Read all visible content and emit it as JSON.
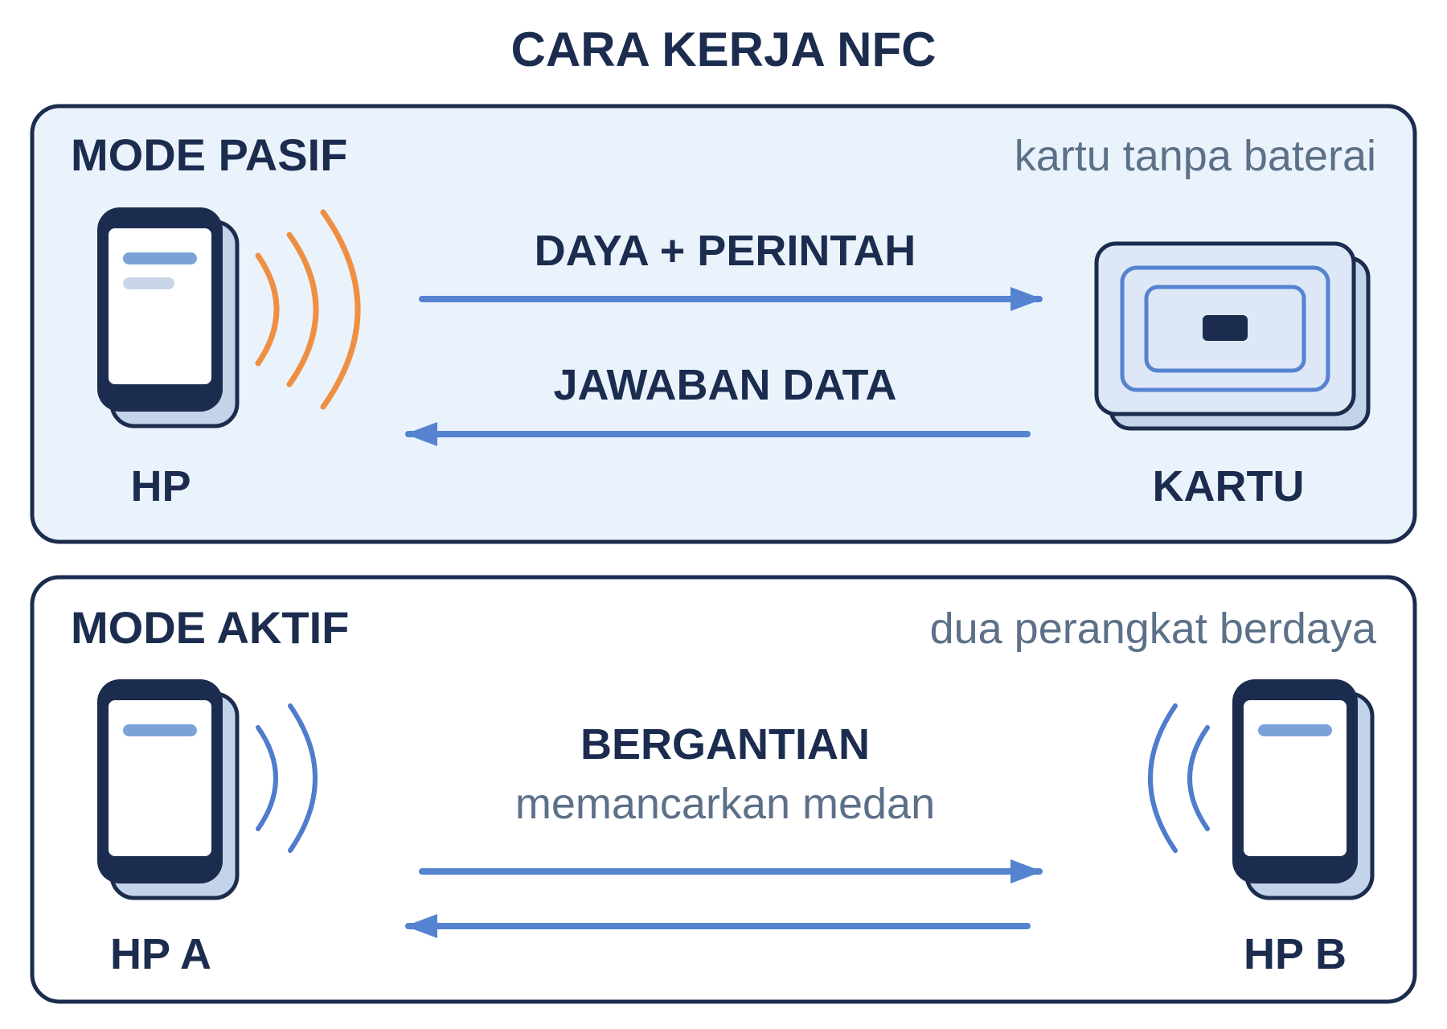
{
  "title": "CARA KERJA NFC",
  "passive": {
    "mode_label": "MODE PASIF",
    "note": "kartu tanpa baterai",
    "forward_label": "DAYA + PERINTAH",
    "reply_label": "JAWABAN DATA",
    "left_device": "HP",
    "right_device": "KARTU"
  },
  "active": {
    "mode_label": "MODE AKTIF",
    "note": "dua perangkat berdaya",
    "center_label": "BERGANTIAN",
    "center_sub": "memancarkan medan",
    "left_device": "HP A",
    "right_device": "HP B"
  },
  "colors": {
    "navy": "#1b2c4f",
    "arrow_blue": "#5583d0",
    "wave_orange": "#ee8f43",
    "wave_blue": "#4f7ccc",
    "passive_panel": "#eaf3fc",
    "active_panel": "#ffffff"
  },
  "icons": {
    "phone": "smartphone-icon",
    "card": "nfc-card-icon",
    "waves": "signal-waves-icon",
    "arrow": "arrow-icon"
  }
}
